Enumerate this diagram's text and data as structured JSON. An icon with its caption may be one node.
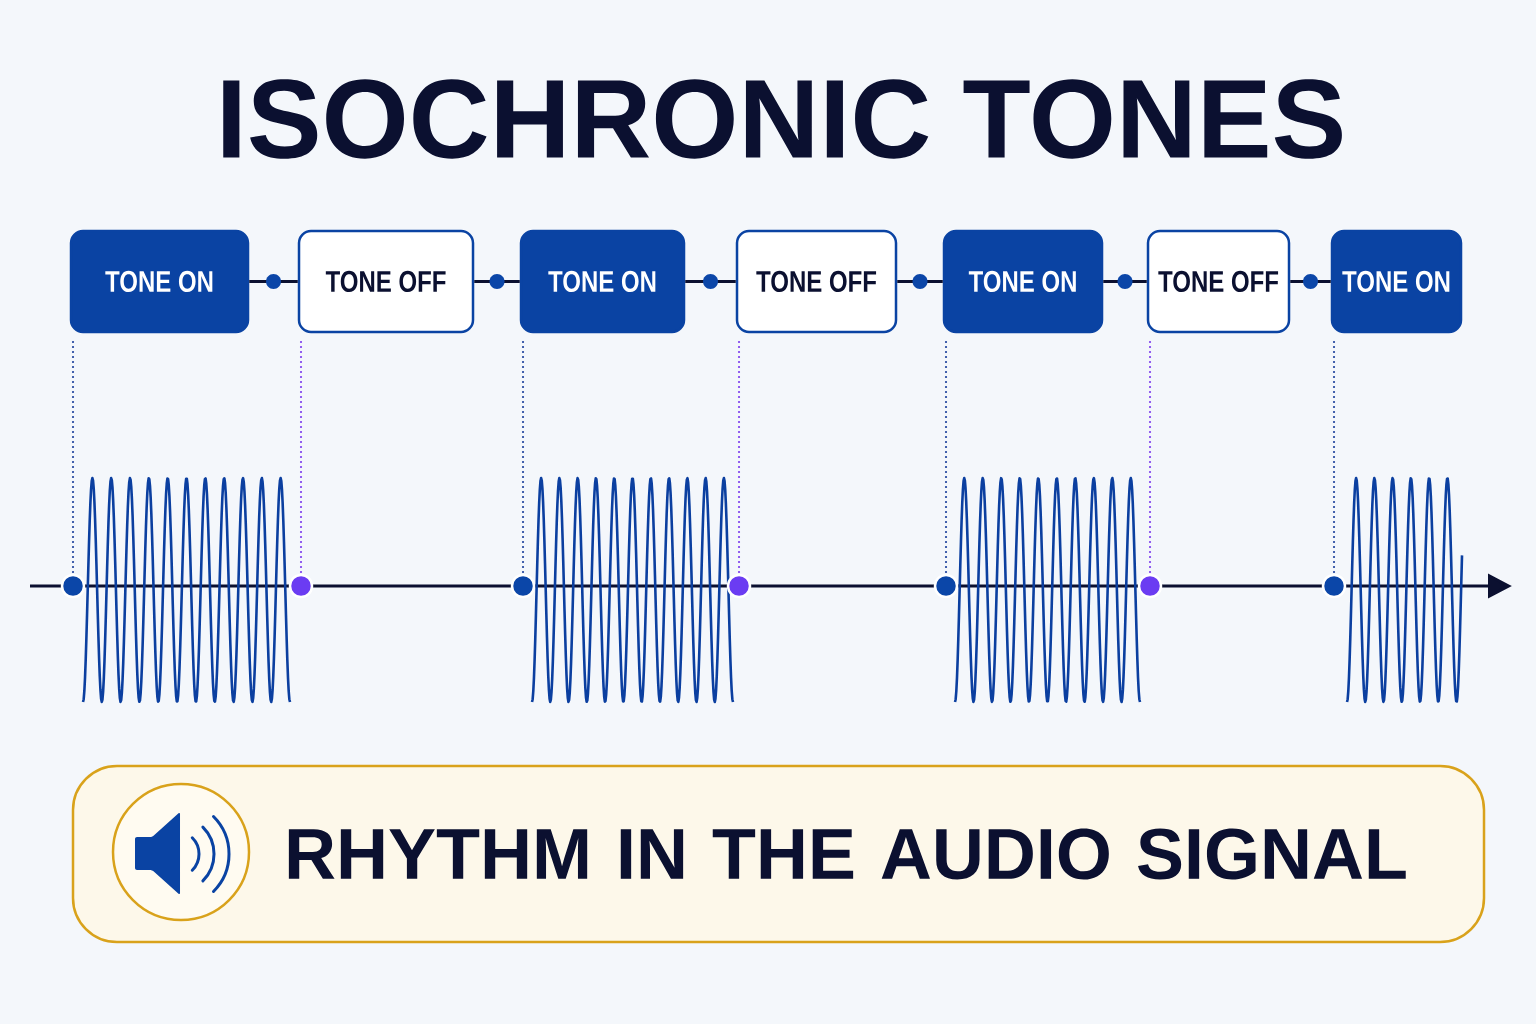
{
  "diagram": {
    "title": "ISOCHRONIC TONES",
    "nodes": [
      {
        "text": [
          "TONE ON"
        ]
      },
      {
        "text": [
          "TONE OFF"
        ]
      },
      {
        "text": [
          "TONE ON"
        ]
      },
      {
        "text": [
          "TONE OFF"
        ]
      },
      {
        "text": [
          "TONE ON"
        ]
      },
      {
        "text": [
          "TONE OFF"
        ]
      },
      {
        "text": [
          "TONE ON"
        ]
      },
      {
        "text": [
          "RHYTHM IN THE AUDIO SIGNAL"
        ]
      }
    ],
    "edges": [
      {
        "from": 0,
        "to": 1,
        "arrow": "none"
      },
      {
        "from": 1,
        "to": 2,
        "arrow": "none"
      },
      {
        "from": 2,
        "to": 3,
        "arrow": "none"
      },
      {
        "from": 3,
        "to": 4,
        "arrow": "none"
      },
      {
        "from": 4,
        "to": 5,
        "arrow": "none"
      },
      {
        "from": 5,
        "to": 6,
        "arrow": "none"
      }
    ]
  }
}
